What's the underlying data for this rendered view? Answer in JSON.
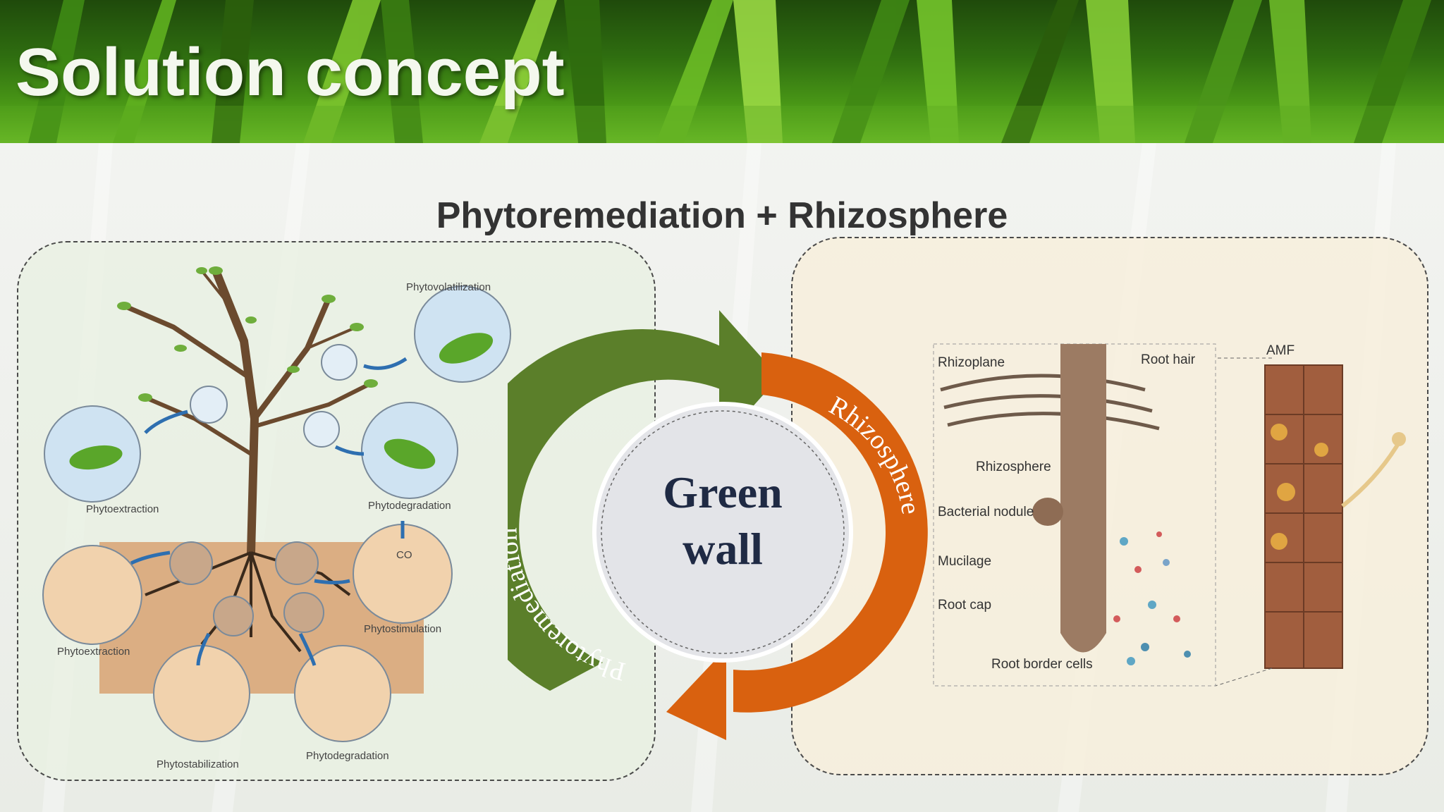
{
  "slide": {
    "title": "Solution concept",
    "subtitle": "Phytoremediation + Rhizosphere"
  },
  "left_panel": {
    "labels": {
      "phytovolatilization": "Phytovolatilization",
      "phytoextraction_top": "Phytoextraction",
      "phytodegradation_top": "Phytodegradation",
      "phytoextraction_bottom": "Phytoextraction",
      "phytostimulation": "Phytostimulation",
      "co2": "CO",
      "phytostabilization": "Phytostabilization",
      "phytodegradation_bottom": "Phytodegradation"
    }
  },
  "cycle": {
    "center_line1": "Green",
    "center_line2": "wall",
    "left_arc_label": "Phytoremediation",
    "right_arc_label": "Rhizosphere",
    "colors": {
      "green": "#5b7f2a",
      "orange": "#d9610f",
      "center": "#e3e4e8",
      "text": "#1f2a44"
    }
  },
  "right_panel": {
    "labels": {
      "rhizoplane": "Rhizoplane",
      "root_hair": "Root hair",
      "rhizosphere": "Rhizosphere",
      "bacterial_nodule": "Bacterial nodule",
      "mucilage": "Mucilage",
      "root_cap": "Root cap",
      "root_border_cells": "Root border cells",
      "amf": "AMF"
    }
  }
}
